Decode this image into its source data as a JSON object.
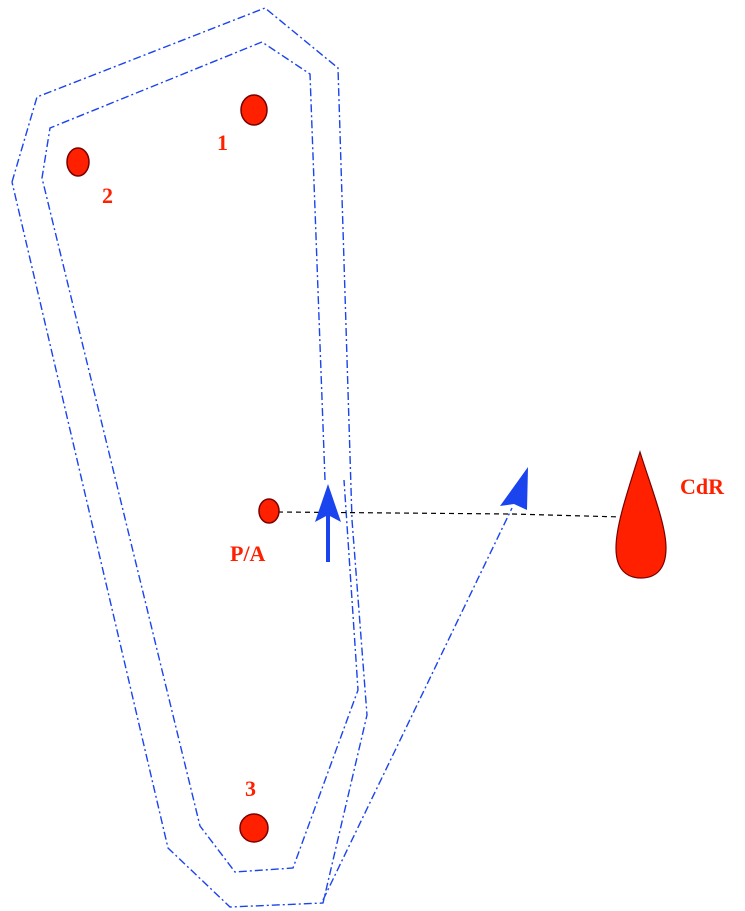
{
  "colors": {
    "point_fill": "#ff2000",
    "point_stroke": "#7a0000",
    "label": "#ff2000",
    "course_line": "#1a44ee",
    "course_arrow": "#1a44ee",
    "leader_line": "#000000",
    "background": "#ffffff"
  },
  "points": [
    {
      "id": "1",
      "label": "1"
    },
    {
      "id": "2",
      "label": "2"
    },
    {
      "id": "3",
      "label": "3"
    },
    {
      "id": "pa",
      "label": "P/A"
    }
  ],
  "reference": {
    "label": "CdR"
  },
  "icons": {
    "points": "waypoint-dot-icon",
    "reference": "cdr-drop-icon",
    "arrows": "direction-arrow-icon"
  }
}
